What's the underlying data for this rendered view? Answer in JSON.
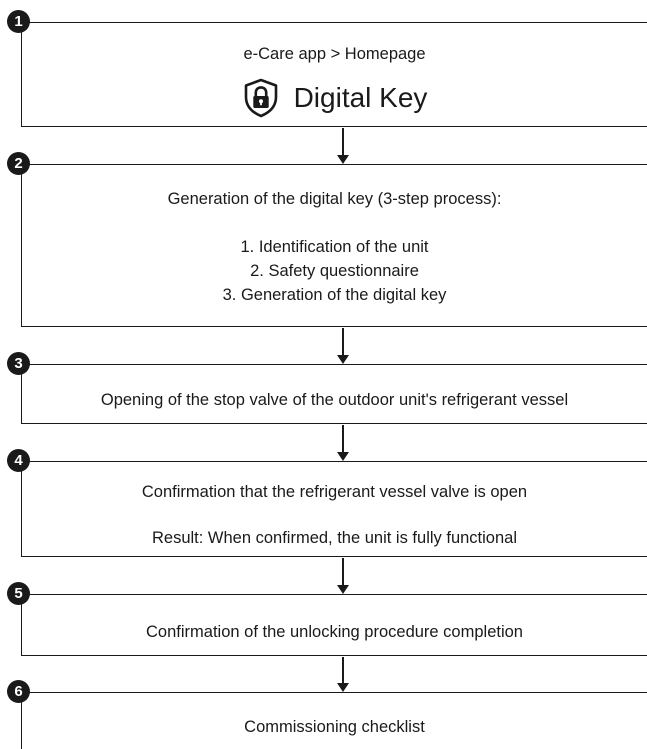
{
  "steps": [
    {
      "number": "1",
      "title": "e-Care app > Homepage",
      "feature_label": "Digital Key",
      "feature_icon": "shield-lock-icon"
    },
    {
      "number": "2",
      "title": "Generation of the digital key (3-step process):",
      "substeps": [
        "1. Identification of the unit",
        "2. Safety questionnaire",
        "3. Generation of the digital key"
      ]
    },
    {
      "number": "3",
      "title": "Opening of the stop valve of the outdoor unit's refrigerant vessel"
    },
    {
      "number": "4",
      "title": "Confirmation that the refrigerant vessel valve is open",
      "result": "Result: When confirmed, the unit is fully functional"
    },
    {
      "number": "5",
      "title": "Confirmation of the unlocking procedure completion"
    },
    {
      "number": "6",
      "title": "Commissioning checklist"
    }
  ],
  "colors": {
    "line": "#1a1a1a",
    "badge": "#1a1a1a",
    "badge_text": "#ffffff"
  }
}
